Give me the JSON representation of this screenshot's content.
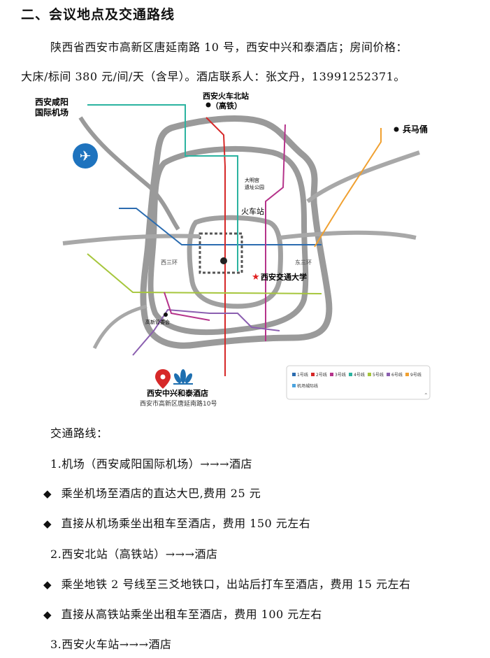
{
  "section_title": "二、会议地点及交通路线",
  "intro_line1": "陕西省西安市高新区唐延南路 10 号，西安中兴和泰酒店；房间价格：",
  "intro_line2": "大床/标间 380 元/间/天（含早）。酒店联系人：张文丹，13991252371。",
  "map": {
    "airport_line1": "西安咸阳",
    "airport_line2": "国际机场",
    "station_line1": "西安火车北站",
    "station_line2": "（高铁）",
    "terracotta": "兵马俑",
    "railway_station": "火车站",
    "daming_line1": "大明宫",
    "daming_line2": "遗址公园",
    "xisanhuan": "西三环",
    "dongsanhuan": "东三环",
    "university": "西安交通大学",
    "gaoxin": "高新管委会",
    "hotel_name": "西安中兴和泰酒店",
    "hotel_address": "西安市高新区唐延南路10号",
    "legend": [
      {
        "label": "1号线",
        "color": "#2b6cb0"
      },
      {
        "label": "2号线",
        "color": "#d62828"
      },
      {
        "label": "3号线",
        "color": "#b5338a"
      },
      {
        "label": "4号线",
        "color": "#2bb3a0"
      },
      {
        "label": "5号线",
        "color": "#a6c63c"
      },
      {
        "label": "6号线",
        "color": "#8b5fb0"
      },
      {
        "label": "9号线",
        "color": "#f0a030"
      },
      {
        "label": "机场城际线",
        "color": "#4aa3df"
      }
    ]
  },
  "transport_title": "交通路线：",
  "route1": "1.机场（西安咸阳国际机场）→→→酒店",
  "route1_opt1": "乘坐机场至酒店的直达大巴,费用 25 元",
  "route1_opt2": "直接从机场乘坐出租车至酒店，费用 150 元左右",
  "route2": "2.西安北站（高铁站）→→→酒店",
  "route2_opt1": "乘坐地铁 2 号线至三爻地铁口，出站后打车至酒店，费用 15 元左右",
  "route2_opt2": "直接从高铁站乘坐出租车至酒店，费用 100 元左右",
  "route3": "3.西安火车站→→→酒店",
  "bullet_symbol": "◆"
}
